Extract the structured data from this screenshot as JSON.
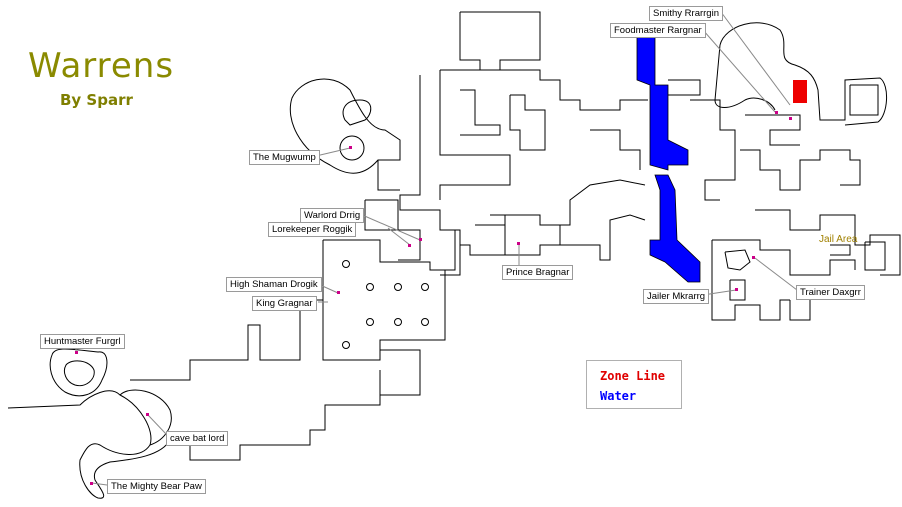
{
  "title": "Warrens",
  "author": "By Sparr",
  "legend": {
    "zone_line": {
      "label": "Zone Line",
      "color": "#e00000"
    },
    "water": {
      "label": "Water",
      "color": "#0000ff"
    }
  },
  "labels": {
    "smithy": "Smithy Rrarrgin",
    "foodmaster": "Foodmaster Rargnar",
    "mugwump": "The Mugwump",
    "warlord": "Warlord Drrig",
    "lorekeeper": "Lorekeeper Roggik",
    "prince": "Prince Bragnar",
    "shaman": "High Shaman Drogik",
    "king": "King Gragnar",
    "jail_area": "Jail Area",
    "jailer": "Jailer Mkrarrg",
    "trainer": "Trainer Daxgrr",
    "huntmaster": "Huntmaster Furgrl",
    "cave_bat": "cave bat lord",
    "bear_paw": "The Mighty Bear Paw"
  },
  "colors": {
    "title": "#8a8a00",
    "wall": "#000000",
    "npc_dot": "#cc0088",
    "jail_label": "#a08000"
  }
}
